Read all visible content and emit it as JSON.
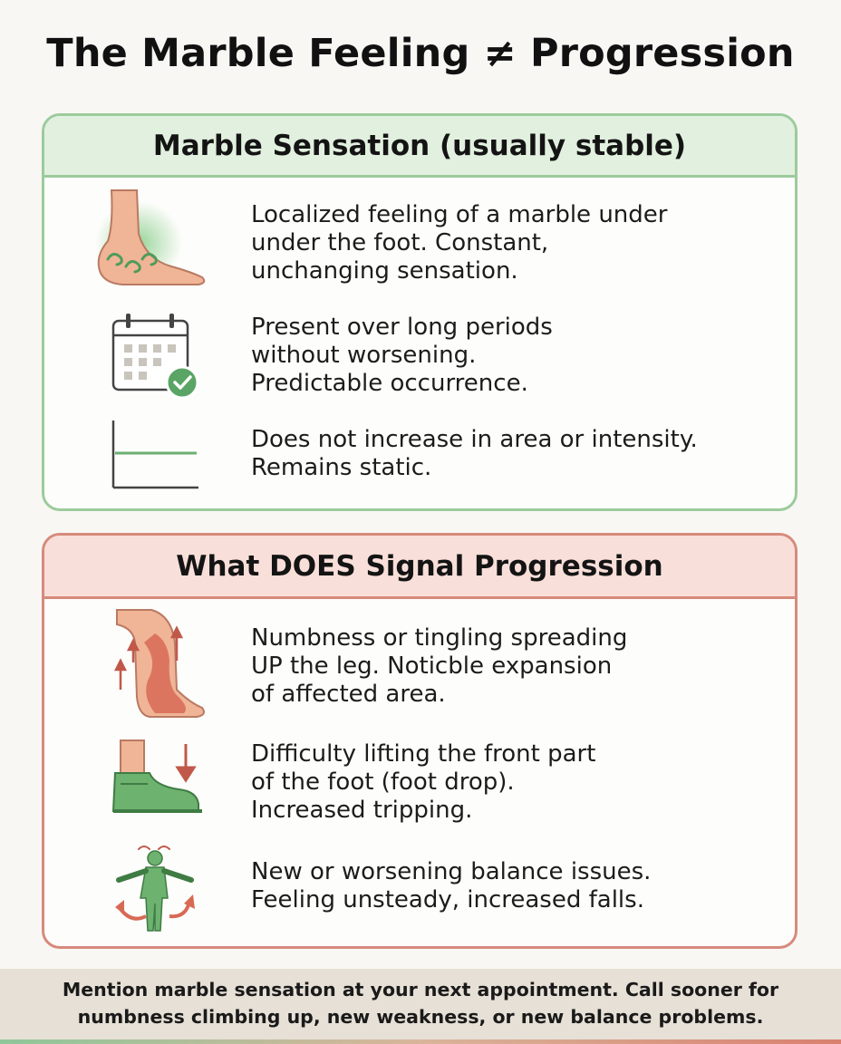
{
  "title": "The Marble Feeling ≠ Progression",
  "stable_panel": {
    "heading": "Marble Sensation (usually stable)",
    "accent": "#9ccb9c",
    "items": [
      {
        "icon": "foot-glow-icon",
        "lines": [
          "Localized feeling of a marble under",
          "under the foot. Constant,",
          "unchanging sensation."
        ]
      },
      {
        "icon": "calendar-check-icon",
        "lines": [
          "Present over long periods",
          "without worsening.",
          "Predictable occurrence."
        ]
      },
      {
        "icon": "flat-line-graph-icon",
        "lines": [
          "Does not increase in area or intensity.",
          "Remains static."
        ]
      }
    ]
  },
  "progression_panel": {
    "heading": "What DOES Signal Progression",
    "accent": "#d78a7c",
    "items": [
      {
        "icon": "leg-spreading-icon",
        "lines": [
          "Numbness or tingling spreading",
          "UP the leg. Noticble expansion",
          "of affected area."
        ]
      },
      {
        "icon": "foot-drop-icon",
        "lines": [
          "Difficulty lifting the front part",
          "of the foot (foot drop).",
          "Increased tripping."
        ]
      },
      {
        "icon": "balance-issue-icon",
        "lines": [
          "New or worsening balance issues.",
          "Feeling unsteady, increased falls."
        ]
      }
    ]
  },
  "footer": {
    "lines": [
      "Mention marble sensation at your next appointment. Call sooner for",
      "numbness climbing up, new weakness, or new balance problems."
    ]
  }
}
